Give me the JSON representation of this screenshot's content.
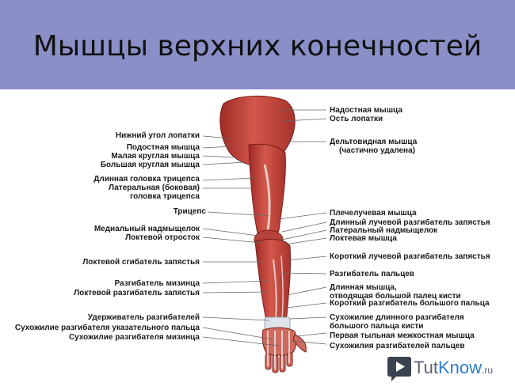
{
  "title": "Мышцы верхних конечностей",
  "colors": {
    "header": "#8a8fc8",
    "muscle": "#c8483e",
    "tendon": "#dfe3ea"
  },
  "left_labels": [
    "Нижний угол лопатки",
    "Подостная мышца",
    "Малая круглая мышца",
    "Большая круглая мышца",
    "Длинная головка трицепса",
    "Латеральная (боковая)",
    "головка трицепса",
    "Трицепс",
    "Медиальный надмыщелок",
    "Локтевой отросток",
    "Локтевой сгибатель запястья",
    "Разгибатель мизинца",
    "Локтевой разгибатель запястья",
    "Удерживатель разгибателей",
    "Сухожилие разгибателя указательного пальца",
    "Сухожилие разгибателя мизинца"
  ],
  "right_labels": [
    "Надостная мышца",
    "Ость лопатки",
    "Дельтовидная мышца",
    "(частично удалена)",
    "Плечелучевая мышца",
    "Длинный лучевой разгибатель запястья",
    "Латеральный надмыщелок",
    "Локтевая мышца",
    "Короткий лучевой разгибатель запястья",
    "Разгибатель пальцев",
    "Длинная мышца,",
    "отводящая большой палец кисти",
    "Короткий разгибатель большого пальца",
    "Сухожилие длинного разгибателя",
    "большого пальца кисти",
    "Первая тыльная межкостная мышца",
    "Сухожилия разгибателей пальцев"
  ],
  "logo": {
    "brand_a": "Tut",
    "brand_b": "Know",
    "brand_c": ".ru",
    "icon": "play-bubble-icon"
  }
}
